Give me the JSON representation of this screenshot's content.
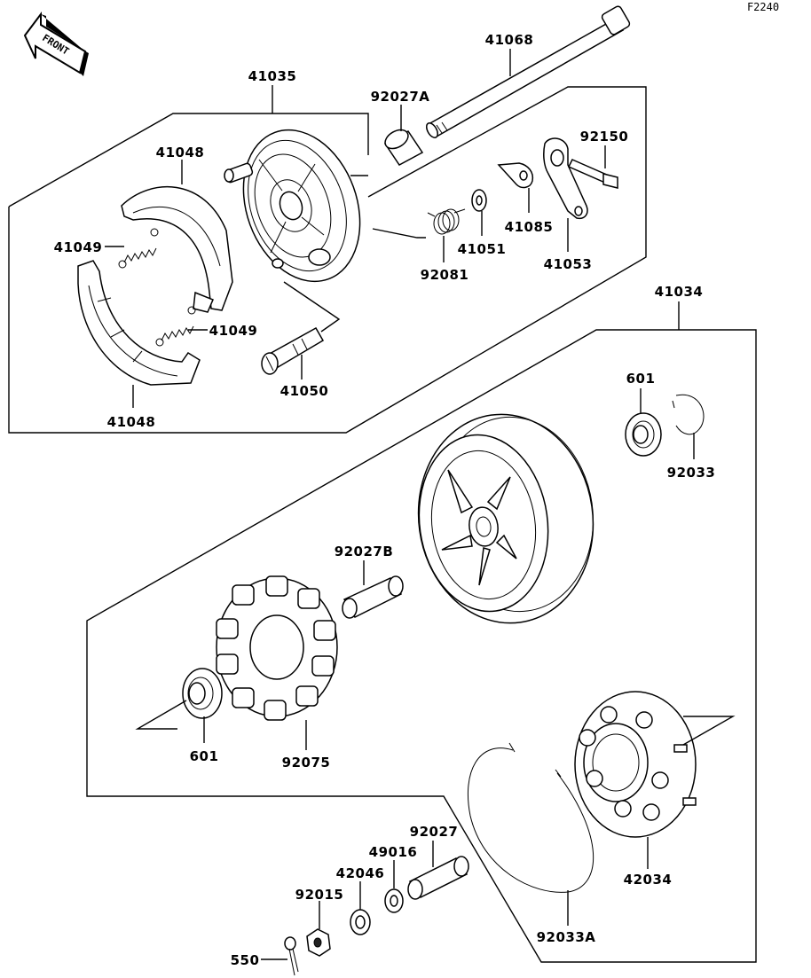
{
  "diagram_code": "F2240",
  "front_label": "FRONT",
  "parts": {
    "p41068": "41068",
    "p41035": "41035",
    "p92027A": "92027A",
    "p92150": "92150",
    "p41048_top": "41048",
    "p41049_top": "41049",
    "p41049_bottom": "41049",
    "p41048_bottom": "41048",
    "p41050": "41050",
    "p92081": "92081",
    "p41051": "41051",
    "p41085": "41085",
    "p41053": "41053",
    "p41034": "41034",
    "p601_top": "601",
    "p92033": "92033",
    "p92027B": "92027B",
    "p601_bottom": "601",
    "p92075": "92075",
    "p92027": "92027",
    "p49016": "49016",
    "p42046": "42046",
    "p92015": "92015",
    "p550": "550",
    "p42034": "42034",
    "p92033A": "92033A"
  }
}
